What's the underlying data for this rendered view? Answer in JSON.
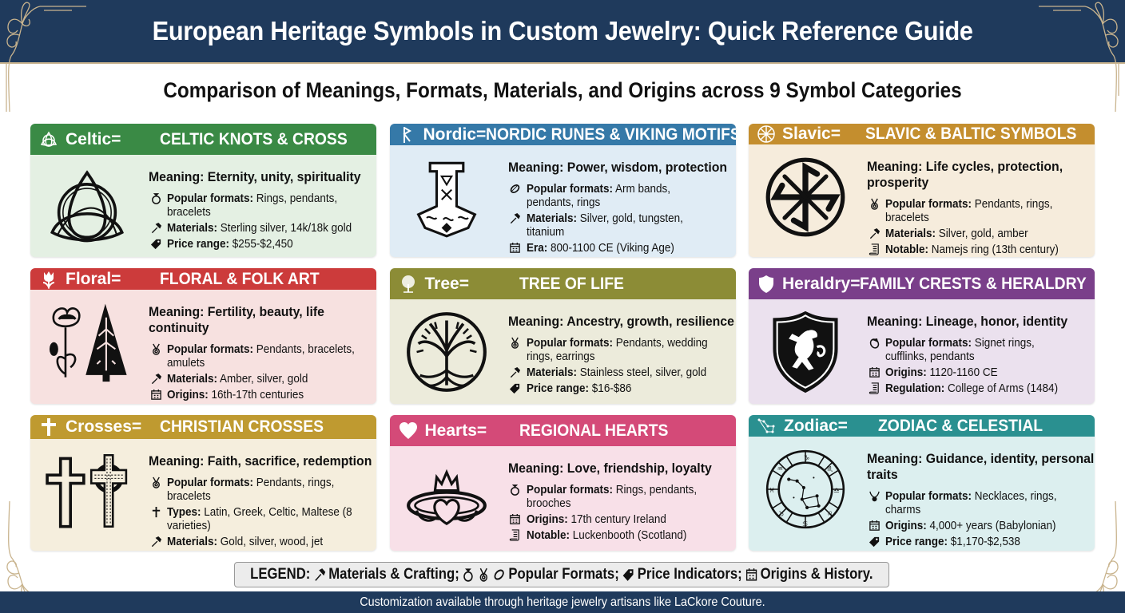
{
  "header": {
    "title": "European Heritage Symbols in Custom Jewelry: Quick Reference Guide",
    "subtitle": "Comparison of Meanings, Formats, Materials, and Origins across 9 Symbol Categories"
  },
  "colors": {
    "header_bg": "#1f3a5c",
    "gold_accent": "#c9b48e"
  },
  "cards": [
    {
      "short": "Celtic=",
      "title": "CELTIC KNOTS & CROSS",
      "head_icon": "triquetra-icon",
      "symbol": "celtic-knot-symbol",
      "head_color": "#3a8a45",
      "body_color": "#e4f0e3",
      "meaning": "Meaning: Eternity, unity, spirituality",
      "rows": [
        {
          "icon": "ring-icon",
          "label": "Popular formats:",
          "value": " Rings, pendants, bracelets"
        },
        {
          "icon": "hammer-icon",
          "label": "Materials:",
          "value": " Sterling silver, 14k/18k gold"
        },
        {
          "icon": "price-tag-icon",
          "label": "Price range:",
          "value": " $255-$2,450"
        }
      ]
    },
    {
      "short": "Nordic=",
      "title": "NORDIC RUNES & VIKING MOTIFS",
      "head_icon": "rune-icon",
      "symbol": "thors-hammer-symbol",
      "head_color": "#3579a8",
      "body_color": "#e0ecf5",
      "meaning": "Meaning: Power, wisdom, protection",
      "rows": [
        {
          "icon": "armband-icon",
          "label": "Popular formats:",
          "value": " Arm bands, pendants, rings"
        },
        {
          "icon": "hammer-icon",
          "label": "Materials:",
          "value": " Silver, gold, tungsten, titanium"
        },
        {
          "icon": "calendar-icon",
          "label": "Era:",
          "value": " 800-1100 CE (Viking Age)"
        }
      ]
    },
    {
      "short": "Slavic=",
      "title": "SLAVIC & BALTIC SYMBOLS",
      "head_icon": "sun-wheel-icon",
      "symbol": "kolovrat-symbol",
      "head_color": "#c48e2e",
      "body_color": "#f6ecdc",
      "meaning": "Meaning: Life cycles, protection, prosperity",
      "rows": [
        {
          "icon": "pendant-icon",
          "label": "Popular formats:",
          "value": " Pendants, rings, bracelets"
        },
        {
          "icon": "hammer-icon",
          "label": "Materials:",
          "value": " Silver, gold, amber"
        },
        {
          "icon": "scroll-icon",
          "label": "Notable:",
          "value": " Namejs ring (13th century)"
        }
      ]
    },
    {
      "short": "Floral=",
      "title": "FLORAL & FOLK ART",
      "head_icon": "tulip-icon",
      "symbol": "poppy-and-folk-tree-symbol",
      "head_color": "#cc3b3b",
      "body_color": "#f7e1e0",
      "meaning": "Meaning: Fertility, beauty, life continuity",
      "rows": [
        {
          "icon": "pendant-icon",
          "label": "Popular formats:",
          "value": " Pendants, bracelets, amulets"
        },
        {
          "icon": "hammer-icon",
          "label": "Materials:",
          "value": " Amber, silver, gold"
        },
        {
          "icon": "calendar-icon",
          "label": "Origins:",
          "value": " 16th-17th centuries"
        }
      ]
    },
    {
      "short": "Tree=",
      "title": "TREE OF LIFE",
      "head_icon": "tree-icon",
      "symbol": "tree-of-life-symbol",
      "head_color": "#8c8c36",
      "body_color": "#ecebdb",
      "meaning": "Meaning: Ancestry, growth, resilience",
      "rows": [
        {
          "icon": "pendant-icon",
          "label": "Popular formats:",
          "value": " Pendants, wedding rings, earrings"
        },
        {
          "icon": "hammer-icon",
          "label": "Materials:",
          "value": " Stainless steel, silver, gold"
        },
        {
          "icon": "price-tag-icon",
          "label": "Price range:",
          "value": " $16-$86"
        }
      ]
    },
    {
      "short": "Heraldry=",
      "title": "FAMILY CRESTS & HERALDRY",
      "head_icon": "shield-icon",
      "symbol": "lion-crest-symbol",
      "head_color": "#7a3f8a",
      "body_color": "#ebe1ee",
      "meaning": "Meaning: Lineage, honor, identity",
      "rows": [
        {
          "icon": "signet-ring-icon",
          "label": "Popular formats:",
          "value": " Signet rings, cufflinks, pendants"
        },
        {
          "icon": "calendar-icon",
          "label": "Origins:",
          "value": " 1120-1160 CE"
        },
        {
          "icon": "scroll-icon",
          "label": "Regulation:",
          "value": " College of Arms (1484)"
        }
      ]
    },
    {
      "short": "Crosses=",
      "title": "CHRISTIAN CROSSES",
      "head_icon": "cross-icon",
      "symbol": "latin-and-celtic-cross-symbol",
      "head_color": "#bf9a30",
      "body_color": "#f5eedd",
      "meaning": "Meaning: Faith, sacrifice, redemption",
      "rows": [
        {
          "icon": "pendant-icon",
          "label": "Popular formats:",
          "value": " Pendants, rings, bracelets"
        },
        {
          "icon": "cross-icon",
          "label": "Types:",
          "value": " Latin, Greek, Celtic, Maltese (8 varieties)"
        },
        {
          "icon": "hammer-icon",
          "label": "Materials:",
          "value": " Gold, silver, wood, jet"
        }
      ]
    },
    {
      "short": "Hearts=",
      "title": "REGIONAL HEARTS",
      "head_icon": "heart-icon",
      "symbol": "claddagh-ring-symbol",
      "head_color": "#d44a78",
      "body_color": "#f8e0e8",
      "meaning": "Meaning: Love, friendship, loyalty",
      "rows": [
        {
          "icon": "ring-icon",
          "label": "Popular formats:",
          "value": " Rings, pendants, brooches"
        },
        {
          "icon": "calendar-icon",
          "label": "Origins:",
          "value": " 17th century Ireland"
        },
        {
          "icon": "scroll-icon",
          "label": "Notable:",
          "value": " Luckenbooth (Scotland)"
        }
      ]
    },
    {
      "short": "Zodiac=",
      "title": "ZODIAC & CELESTIAL",
      "head_icon": "constellation-icon",
      "symbol": "zodiac-wheel-symbol",
      "head_color": "#2a9090",
      "body_color": "#dcefef",
      "meaning": "Meaning: Guidance, identity, personal traits",
      "rows": [
        {
          "icon": "necklace-icon",
          "label": "Popular formats:",
          "value": " Necklaces, rings, charms"
        },
        {
          "icon": "calendar-icon",
          "label": "Origins:",
          "value": " 4,000+ years (Babylonian)"
        },
        {
          "icon": "price-tag-icon",
          "label": "Price range:",
          "value": " $1,170-$2,538"
        }
      ]
    }
  ],
  "legend": {
    "prefix": "LEGEND:",
    "materials": "Materials & Crafting;",
    "formats": "Popular Formats;",
    "price": "Price Indicators;",
    "origins": "Origins & History."
  },
  "footer": {
    "text": "Customization available through heritage jewelry artisans like LaCkore Couture."
  }
}
